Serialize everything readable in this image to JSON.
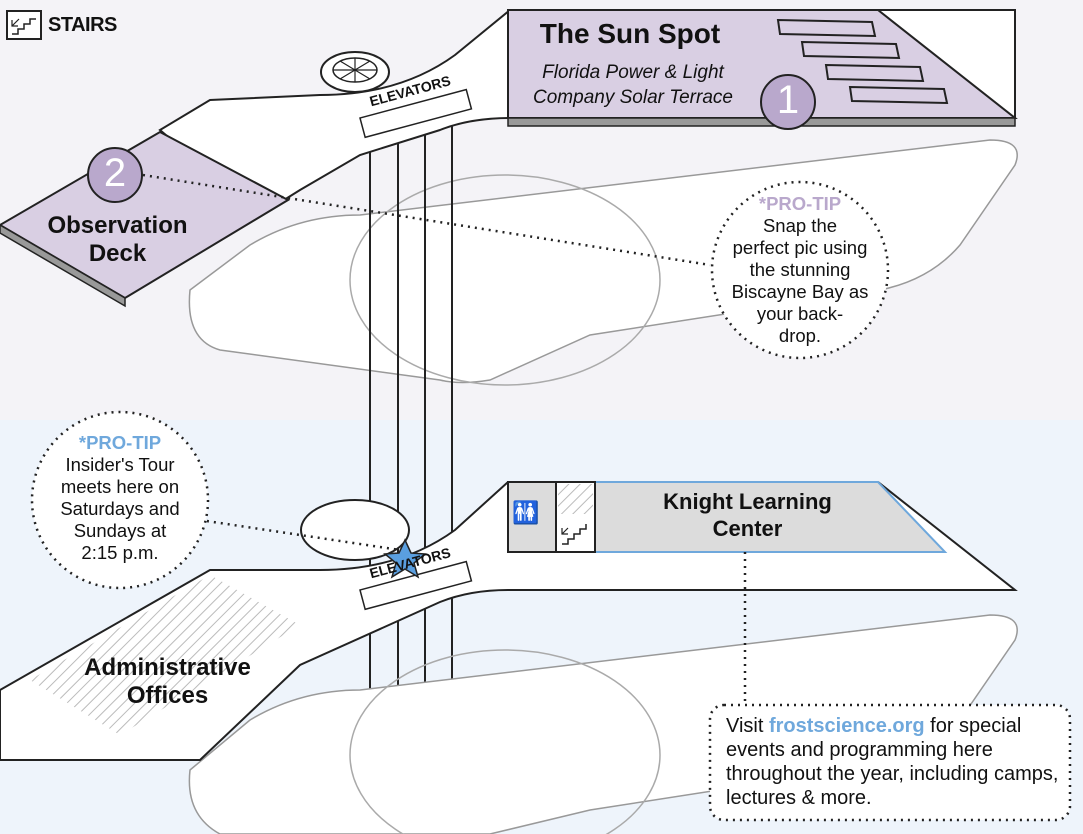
{
  "legend": {
    "stairs_label": "STAIRS",
    "icon": "stairs-icon"
  },
  "upper_level": {
    "sun_spot": {
      "title": "The Sun Spot",
      "subtitle_line1": "Florida Power & Light",
      "subtitle_line2": "Company Solar Terrace",
      "marker": "1"
    },
    "observation_deck": {
      "line1": "Observation",
      "line2": "Deck",
      "marker": "2"
    },
    "elevators": "ELEVATORS",
    "pro_tip": {
      "heading": "*PRO-TIP",
      "lines": [
        "Snap the",
        "perfect pic using",
        "the stunning",
        "Biscayne Bay as",
        "your back-",
        "drop."
      ]
    }
  },
  "lower_level": {
    "knight_center": {
      "line1": "Knight Learning",
      "line2": "Center"
    },
    "admin_offices": {
      "line1": "Administrative",
      "line2": "Offices"
    },
    "elevators": "ELEVATORS",
    "pro_tip": {
      "heading": "*PRO-TIP",
      "lines": [
        "Insider's Tour",
        "meets here on",
        "Saturdays and",
        "Sundays at",
        "2:15 p.m."
      ]
    },
    "visit": {
      "prefix": "Visit ",
      "link": "frostscience.org",
      "suffix": " for special events and programming here throughout the year, including camps, lectures & more."
    }
  },
  "colors": {
    "lavender": "#d9cfe3",
    "lavender_dark": "#b9a8cc",
    "blue_accent": "#6fa8dc",
    "star": "#5a9fe0",
    "grey": "#dcdcdc"
  }
}
